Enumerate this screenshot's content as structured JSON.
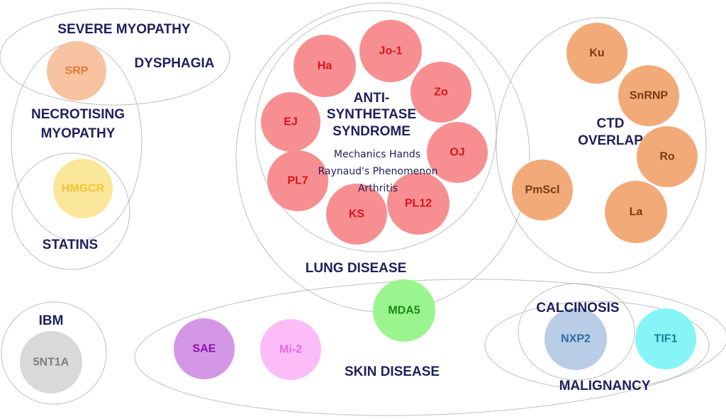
{
  "diagram": {
    "title": "Myositis antibodies and clinical phenotypes",
    "groups": [
      {
        "id": "severe-myopathy",
        "label_lines": [
          "SEVERE MYOPATHY"
        ]
      },
      {
        "id": "dysphagia",
        "label_lines": [
          "DYSPHAGIA"
        ]
      },
      {
        "id": "necrotising-myopathy",
        "label_lines": [
          "NECROTISING",
          "MYOPATHY"
        ]
      },
      {
        "id": "statins",
        "label_lines": [
          "STATINS"
        ]
      },
      {
        "id": "antisynthetase-syndrome",
        "label_lines": [
          "ANTI-",
          "SYNTHETASE",
          "SYNDROME"
        ],
        "features": [
          "Mechanics Hands",
          "Raynaud's Phenomenon",
          "Arthritis"
        ]
      },
      {
        "id": "lung-disease",
        "label_lines": [
          "LUNG DISEASE"
        ]
      },
      {
        "id": "ctd-overlap",
        "label_lines": [
          "CTD",
          "OVERLAP"
        ]
      },
      {
        "id": "ibm",
        "label_lines": [
          "IBM"
        ]
      },
      {
        "id": "skin-disease",
        "label_lines": [
          "SKIN DISEASE"
        ]
      },
      {
        "id": "calcinosis",
        "label_lines": [
          "CALCINOSIS"
        ]
      },
      {
        "id": "malignancy",
        "label_lines": [
          "MALIGNANCY"
        ]
      }
    ],
    "antibodies": [
      {
        "label": "SRP",
        "group": "severe-myopathy / necrotising-myopathy",
        "fill": "#f8c3a0",
        "text": "#e07b3c"
      },
      {
        "label": "HMGCR",
        "group": "necrotising-myopathy / statins",
        "fill": "#fbe79a",
        "text": "#f0c531"
      },
      {
        "label": "Ha",
        "group": "antisynthetase-syndrome",
        "fill": "#f78f92",
        "text": "#d9141c"
      },
      {
        "label": "Jo-1",
        "group": "antisynthetase-syndrome",
        "fill": "#f78f92",
        "text": "#d9141c"
      },
      {
        "label": "Zo",
        "group": "antisynthetase-syndrome",
        "fill": "#f78f92",
        "text": "#d9141c"
      },
      {
        "label": "EJ",
        "group": "antisynthetase-syndrome",
        "fill": "#f78f92",
        "text": "#d9141c"
      },
      {
        "label": "OJ",
        "group": "antisynthetase-syndrome",
        "fill": "#f78f92",
        "text": "#d9141c"
      },
      {
        "label": "PL7",
        "group": "antisynthetase-syndrome",
        "fill": "#f78f92",
        "text": "#d9141c"
      },
      {
        "label": "KS",
        "group": "antisynthetase-syndrome",
        "fill": "#f78f92",
        "text": "#d9141c"
      },
      {
        "label": "PL12",
        "group": "antisynthetase-syndrome",
        "fill": "#f78f92",
        "text": "#d9141c"
      },
      {
        "label": "Ku",
        "group": "ctd-overlap",
        "fill": "#f2aa79",
        "text": "#7a3a10"
      },
      {
        "label": "SnRNP",
        "group": "ctd-overlap",
        "fill": "#f2aa79",
        "text": "#7a3a10"
      },
      {
        "label": "Ro",
        "group": "ctd-overlap",
        "fill": "#f2aa79",
        "text": "#7a3a10"
      },
      {
        "label": "La",
        "group": "ctd-overlap",
        "fill": "#f2aa79",
        "text": "#7a3a10"
      },
      {
        "label": "PmScl",
        "group": "ctd-overlap / lung-disease",
        "fill": "#f2aa79",
        "text": "#7a3a10"
      },
      {
        "label": "MDA5",
        "group": "lung-disease / skin-disease",
        "fill": "#9af58e",
        "text": "#178a17"
      },
      {
        "label": "SAE",
        "group": "skin-disease",
        "fill": "#d497e6",
        "text": "#8b0fb0"
      },
      {
        "label": "Mi-2",
        "group": "skin-disease",
        "fill": "#fcbcf8",
        "text": "#e36ae0"
      },
      {
        "label": "NXP2",
        "group": "calcinosis / malignancy",
        "fill": "#b9cde6",
        "text": "#2d6aa6"
      },
      {
        "label": "TIF1",
        "group": "malignancy",
        "fill": "#86f5f7",
        "text": "#1a7f94"
      },
      {
        "label": "5NT1A",
        "group": "ibm",
        "fill": "#d9d9d9",
        "text": "#7f7f7f"
      }
    ]
  }
}
